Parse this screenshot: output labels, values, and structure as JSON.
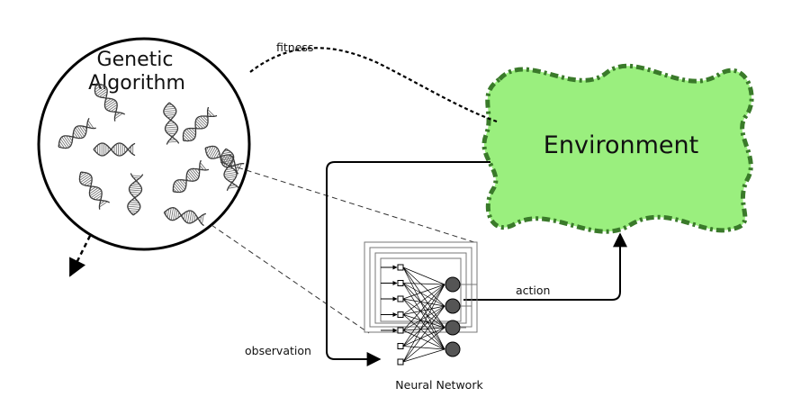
{
  "diagram": {
    "genetic_algorithm": {
      "title_line1": "Genetic",
      "title_line2": "Algorithm"
    },
    "environment": {
      "label": "Environment",
      "fill_color": "#9aef7e",
      "border_color": "#3a7a2a"
    },
    "neural_network": {
      "label": "Neural Network",
      "input_count": 7,
      "output_count": 4
    },
    "edges": {
      "fitness": "fitness",
      "action": "action",
      "observation": "observation"
    }
  }
}
